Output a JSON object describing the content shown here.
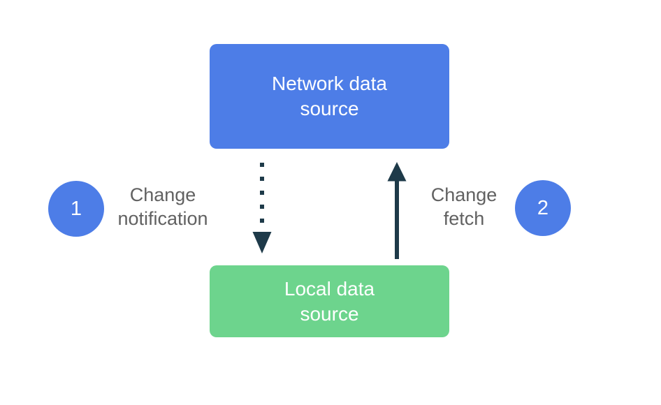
{
  "diagram": {
    "background_color": "#ffffff",
    "nodes": {
      "network": {
        "label": "Network data\nsource",
        "fill_color": "#4D7DE7",
        "text_color": "#ffffff"
      },
      "local": {
        "label": "Local data\nsource",
        "fill_color": "#6DD48D",
        "text_color": "#ffffff"
      }
    },
    "steps": [
      {
        "number": "1",
        "label": "Change\nnotification",
        "badge_color": "#4D7DE7"
      },
      {
        "number": "2",
        "label": "Change\nfetch",
        "badge_color": "#4D7DE7"
      }
    ],
    "arrows": [
      {
        "name": "change-notification-arrow",
        "style": "dotted",
        "direction": "down",
        "color": "#1E3A49"
      },
      {
        "name": "change-fetch-arrow",
        "style": "solid",
        "direction": "up",
        "color": "#1E3A49"
      }
    ],
    "label_text_color": "#616161"
  }
}
